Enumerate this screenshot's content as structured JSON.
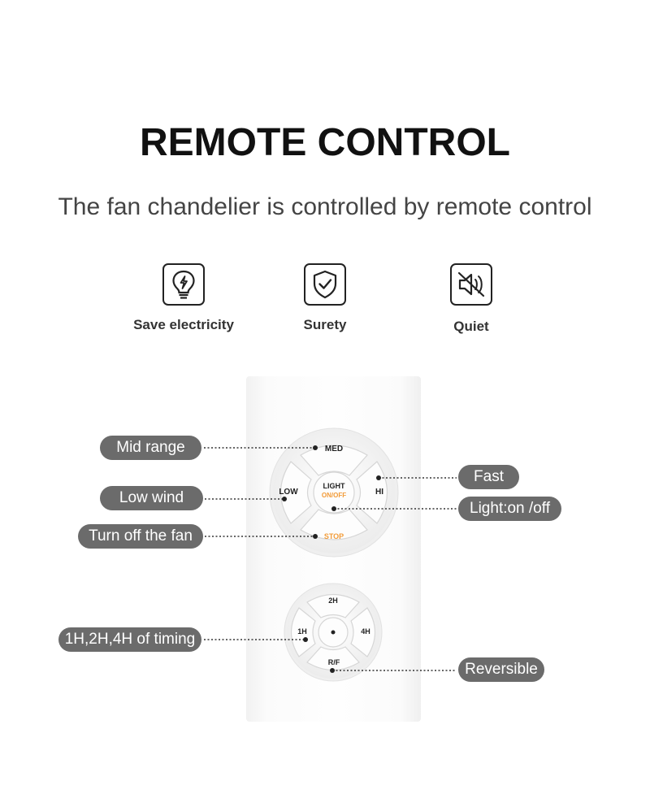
{
  "title": "REMOTE CONTROL",
  "subtitle": "The fan chandelier is controlled by remote control",
  "features": [
    {
      "label": "Save electricity",
      "icon": "lightbulb-icon"
    },
    {
      "label": "Surety",
      "icon": "shield-check-icon"
    },
    {
      "label": "Quiet",
      "icon": "speaker-mute-icon"
    }
  ],
  "remote": {
    "buttons": {
      "med": "MED",
      "low": "LOW",
      "hi": "HI",
      "light_line1": "LIGHT",
      "light_line2": "ON/OFF",
      "stop": "STOP",
      "t2h": "2H",
      "t1h": "1H",
      "t4h": "4H",
      "rf": "R/F"
    }
  },
  "callouts": {
    "mid_range": "Mid range",
    "low_wind": "Low wind",
    "turn_off": "Turn off the fan",
    "fast": "Fast",
    "light": "Light:on /off",
    "timing": "1H,2H,4H of timing",
    "reversible": "Reversible"
  },
  "colors": {
    "pill": "#6b6b6b",
    "accent_orange": "#f29b38"
  }
}
